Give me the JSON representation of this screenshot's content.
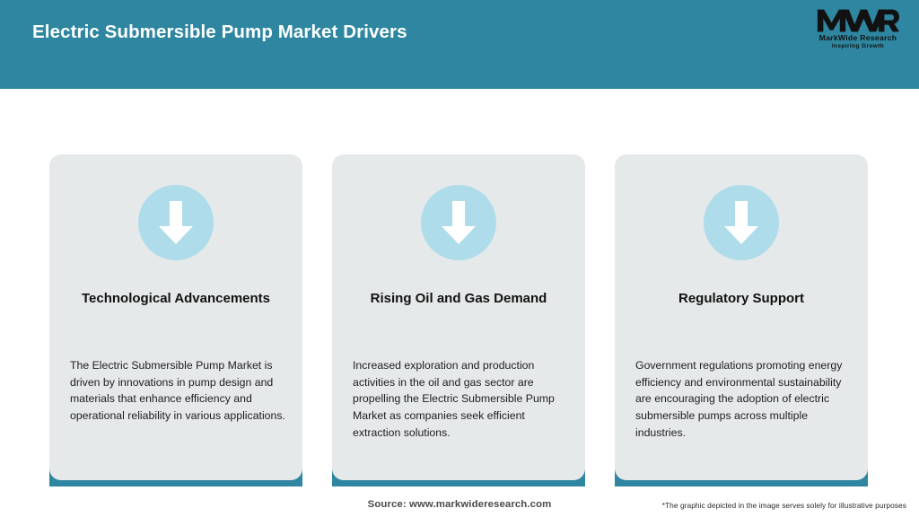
{
  "header": {
    "title": "Electric Submersible Pump Market Drivers",
    "bg_color": "#2E86A0",
    "title_color": "#FFFFFF"
  },
  "logo": {
    "mark": "MWR",
    "name": "MarkWide Research",
    "tagline": "Inspiring Growth"
  },
  "theme": {
    "accent": "#2E86A0",
    "card_bg": "#E6E9EA",
    "icon_circle": "#AEDCEA",
    "icon_arrow": "#FFFFFF"
  },
  "cards": [
    {
      "icon": "arrow-down-icon",
      "title": "Technological Advancements",
      "body": "The Electric Submersible Pump Market is driven by innovations in pump design and materials that enhance efficiency and operational reliability in various applications."
    },
    {
      "icon": "arrow-down-icon",
      "title": "Rising Oil and Gas Demand",
      "body": "Increased exploration and production activities in the oil and gas sector are propelling the Electric Submersible Pump Market as companies seek efficient extraction solutions."
    },
    {
      "icon": "arrow-down-icon",
      "title": "Regulatory Support",
      "body": "Government regulations promoting energy efficiency and environmental sustainability are encouraging the adoption of electric submersible pumps across multiple industries."
    }
  ],
  "footer": {
    "source": "Source: www.markwideresearch.com",
    "disclaimer": "*The graphic depicted in the image serves solely for illustrative purposes"
  }
}
